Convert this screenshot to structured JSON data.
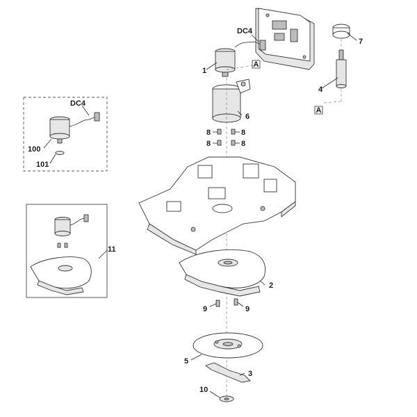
{
  "callouts": {
    "p1": "1",
    "p2": "2",
    "p3": "3",
    "p4": "4",
    "p5": "5",
    "p6": "6",
    "p7": "7",
    "p8a": "8",
    "p8b": "8",
    "p8c": "8",
    "p8d": "8",
    "p9a": "9",
    "p9b": "9",
    "p10": "10",
    "p11": "11",
    "p100": "100",
    "p101": "101",
    "dc4_main": "DC4",
    "dc4_inset": "DC4",
    "ref_a_top": "A",
    "ref_a_bottom": "A"
  }
}
